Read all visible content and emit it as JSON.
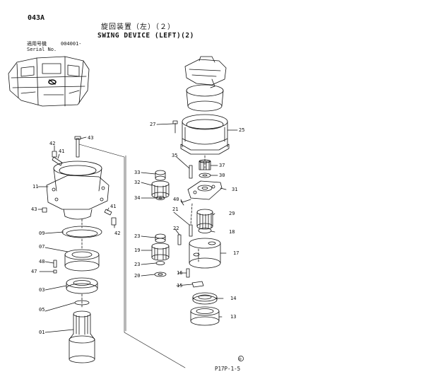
{
  "header": {
    "page_code": "043A",
    "title_jp": "旋回装置（左）（２）",
    "title_en": "SWING DEVICE (LEFT)(2)",
    "serial_label_jp": "適用号機",
    "serial_value": "004001-",
    "serial_label_en": "Serial No."
  },
  "parts": [
    {
      "callout": "43"
    },
    {
      "callout": "42"
    },
    {
      "callout": "41"
    },
    {
      "callout": "11"
    },
    {
      "callout": "43"
    },
    {
      "callout": "41"
    },
    {
      "callout": "42"
    },
    {
      "callout": "09"
    },
    {
      "callout": "07"
    },
    {
      "callout": "48"
    },
    {
      "callout": "47"
    },
    {
      "callout": "03"
    },
    {
      "callout": "05"
    },
    {
      "callout": "01"
    },
    {
      "callout": "27"
    },
    {
      "callout": "25"
    },
    {
      "callout": "35"
    },
    {
      "callout": "37"
    },
    {
      "callout": "33"
    },
    {
      "callout": "30"
    },
    {
      "callout": "32"
    },
    {
      "callout": "31"
    },
    {
      "callout": "34"
    },
    {
      "callout": "40"
    },
    {
      "callout": "21"
    },
    {
      "callout": "29"
    },
    {
      "callout": "18"
    },
    {
      "callout": "22"
    },
    {
      "callout": "23"
    },
    {
      "callout": "19"
    },
    {
      "callout": "17"
    },
    {
      "callout": "23"
    },
    {
      "callout": "20"
    },
    {
      "callout": "16"
    },
    {
      "callout": "15"
    },
    {
      "callout": "14"
    },
    {
      "callout": "13"
    }
  ],
  "footer": {
    "registered_mark": "®",
    "drawing_code": "P17P-1-5"
  }
}
